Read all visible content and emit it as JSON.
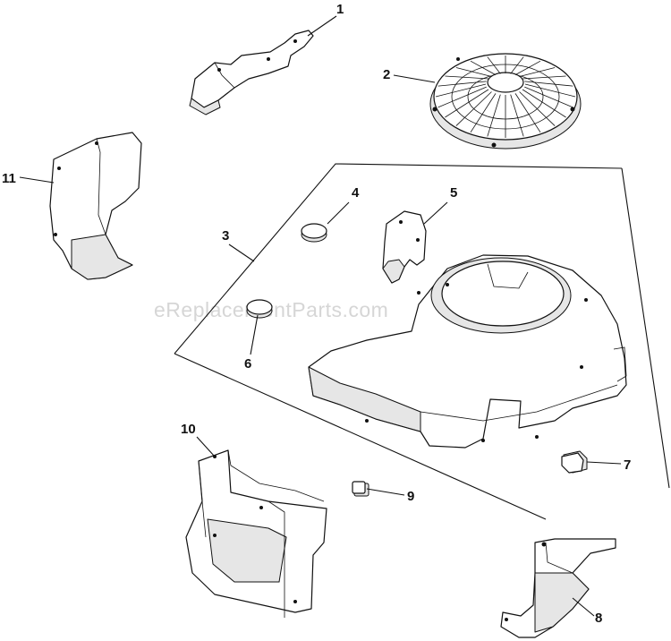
{
  "watermark": "eReplacementParts.com",
  "callouts": [
    {
      "id": "1",
      "label": "1"
    },
    {
      "id": "2",
      "label": "2"
    },
    {
      "id": "3",
      "label": "3"
    },
    {
      "id": "4",
      "label": "4"
    },
    {
      "id": "5",
      "label": "5"
    },
    {
      "id": "6",
      "label": "6"
    },
    {
      "id": "7",
      "label": "7"
    },
    {
      "id": "8",
      "label": "8"
    },
    {
      "id": "9",
      "label": "9"
    },
    {
      "id": "10",
      "label": "10"
    },
    {
      "id": "11",
      "label": "11"
    }
  ]
}
